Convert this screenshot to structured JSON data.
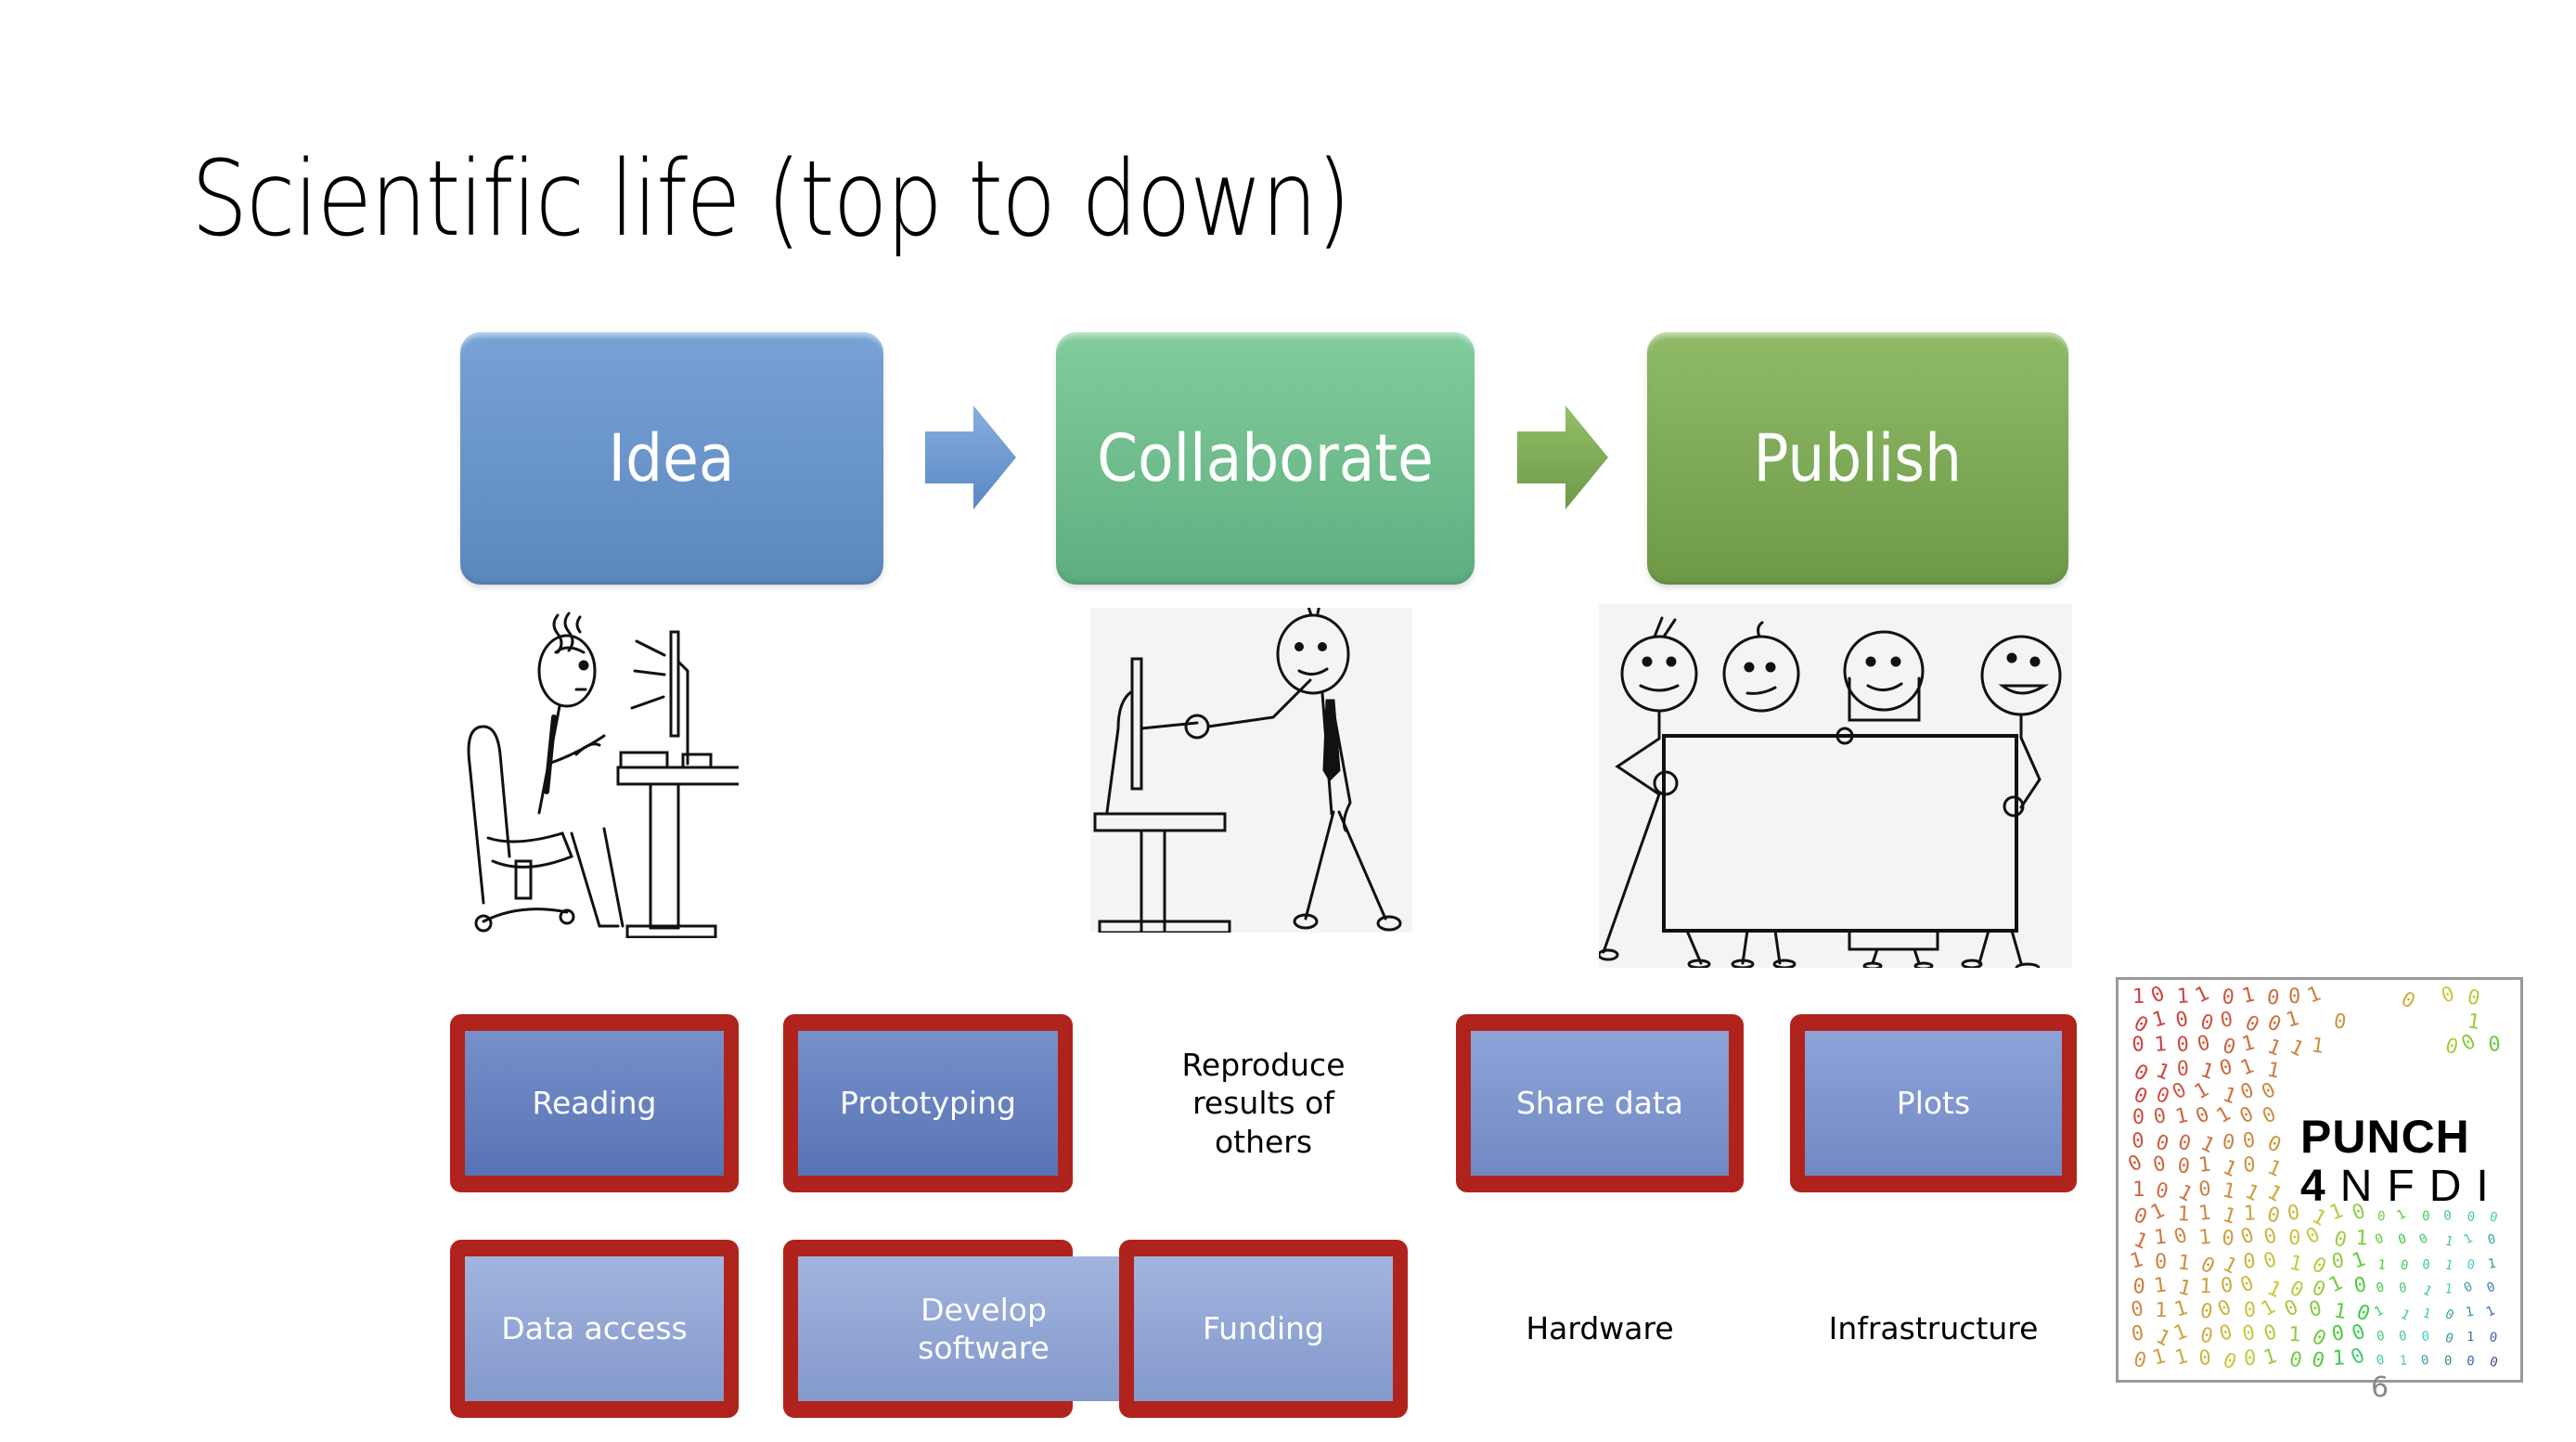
{
  "slide": {
    "title": "Scientific life (top to down)",
    "page_number": "6"
  },
  "stages": [
    {
      "label": "Idea",
      "color": "#6a95cc"
    },
    {
      "label": "Collaborate",
      "color": "#72bf8f"
    },
    {
      "label": "Publish",
      "color": "#7faa58"
    }
  ],
  "arrows": [
    {
      "icon": "right-arrow-icon",
      "color": "#6a95cc"
    },
    {
      "icon": "right-arrow-icon",
      "color": "#7faa58"
    }
  ],
  "illustrations": [
    {
      "name": "person-at-computer-illustration"
    },
    {
      "name": "handshake-through-computer-illustration"
    },
    {
      "name": "group-holding-blank-sign-illustration"
    }
  ],
  "tasks": {
    "row1": [
      {
        "label": "Reading",
        "boxed": true
      },
      {
        "label": "Prototyping",
        "boxed": true
      },
      {
        "label": "Reproduce results of others",
        "boxed": false
      },
      {
        "label": "Share data",
        "boxed": true
      },
      {
        "label": "Plots",
        "boxed": true
      }
    ],
    "row2": [
      {
        "label": "Data access",
        "boxed": true
      },
      {
        "label": "Develop software",
        "boxed": true
      },
      {
        "label": "Funding",
        "boxed": true
      },
      {
        "label": "Hardware",
        "boxed": false
      },
      {
        "label": "Infrastructure",
        "boxed": false
      }
    ]
  },
  "highlight_color": "#b0231c",
  "logo": {
    "line1": "PUNCH",
    "line2_bold": "4",
    "line2": "NFDI"
  }
}
